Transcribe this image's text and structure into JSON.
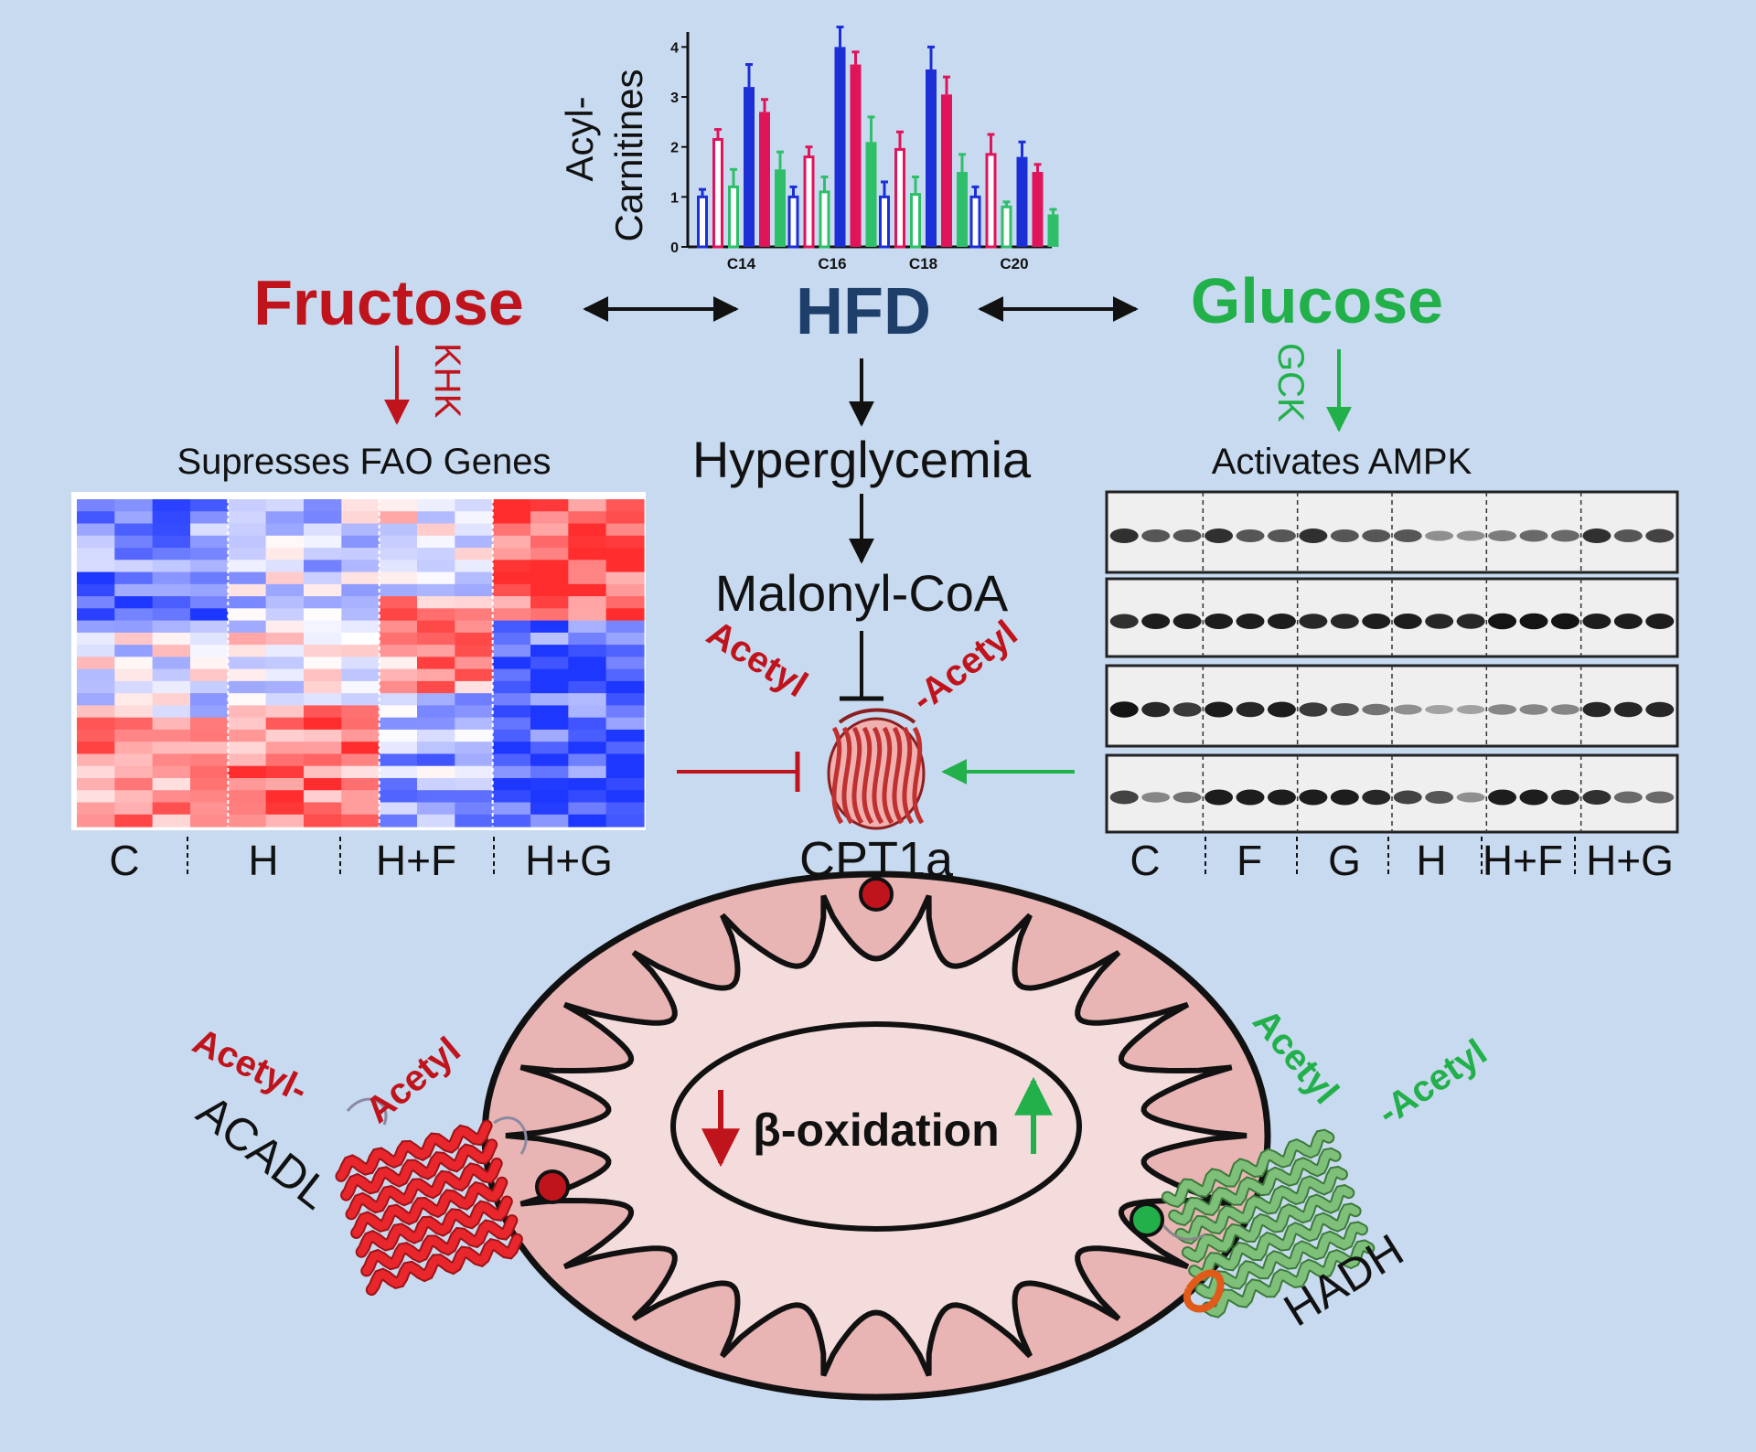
{
  "colors": {
    "background": "#c8daf0",
    "fructose": "#c0141c",
    "hfd": "#1f3f6b",
    "glucose": "#22b04b",
    "heat_red": "#e8262c",
    "heat_blue": "#1f3fe0",
    "mito_outer": "#e8b4b4",
    "mito_inner": "#f5dcdc"
  },
  "labels": {
    "fructose": "Fructose",
    "hfd": "HFD",
    "glucose": "Glucose",
    "khk": "KHK",
    "gck": "GCK",
    "fao": "Supresses FAO Genes",
    "ampk": "Activates AMPK",
    "hyperglycemia": "Hyperglycemia",
    "malonyl": "Malonyl-CoA",
    "cpt1a": "CPT1a",
    "acadl": "ACADL",
    "hadh": "HADH",
    "beta_ox": "β-oxidation",
    "acetyl_l": "Acetyl",
    "acetyl_r": "-Acetyl",
    "acadl_acetyl_l": "Acetyl-",
    "acadl_acetyl_r": "Acetyl",
    "hadh_acetyl_l": "Acetyl",
    "hadh_acetyl_r": "-Acetyl"
  },
  "heatmap_groups": [
    "C",
    "H",
    "H+F",
    "H+G"
  ],
  "blot_groups": [
    "C",
    "F",
    "G",
    "H",
    "H+F",
    "H+G"
  ],
  "chart_data": {
    "type": "bar",
    "ylabel": "Acyl-\nCarnitines",
    "ylabel_lines": [
      "Acyl-",
      "Carnitines"
    ],
    "categories": [
      "C14",
      "C16",
      "C18",
      "C20"
    ],
    "yticks": [
      "0",
      "1",
      "2",
      "3",
      "4"
    ],
    "ylim": [
      0,
      4.3
    ],
    "series": [
      {
        "color": "#1c2fd6",
        "filled": false,
        "values": [
          1.0,
          1.0,
          1.0,
          1.0
        ],
        "err": [
          0.15,
          0.2,
          0.3,
          0.2
        ]
      },
      {
        "color": "#e0145a",
        "filled": false,
        "values": [
          2.15,
          1.8,
          1.95,
          1.85
        ],
        "err": [
          0.2,
          0.2,
          0.35,
          0.4
        ]
      },
      {
        "color": "#2fbf6a",
        "filled": false,
        "values": [
          1.2,
          1.1,
          1.05,
          0.8
        ],
        "err": [
          0.35,
          0.3,
          0.35,
          0.1
        ]
      },
      {
        "color": "#1c2fd6",
        "filled": true,
        "values": [
          3.2,
          4.0,
          3.55,
          1.8
        ],
        "err": [
          0.45,
          0.4,
          0.45,
          0.3
        ]
      },
      {
        "color": "#e0145a",
        "filled": true,
        "values": [
          2.7,
          3.65,
          3.05,
          1.5
        ],
        "err": [
          0.25,
          0.25,
          0.35,
          0.15
        ]
      },
      {
        "color": "#2fbf6a",
        "filled": true,
        "values": [
          1.55,
          2.1,
          1.5,
          0.65
        ],
        "err": [
          0.35,
          0.5,
          0.35,
          0.1
        ]
      }
    ]
  }
}
